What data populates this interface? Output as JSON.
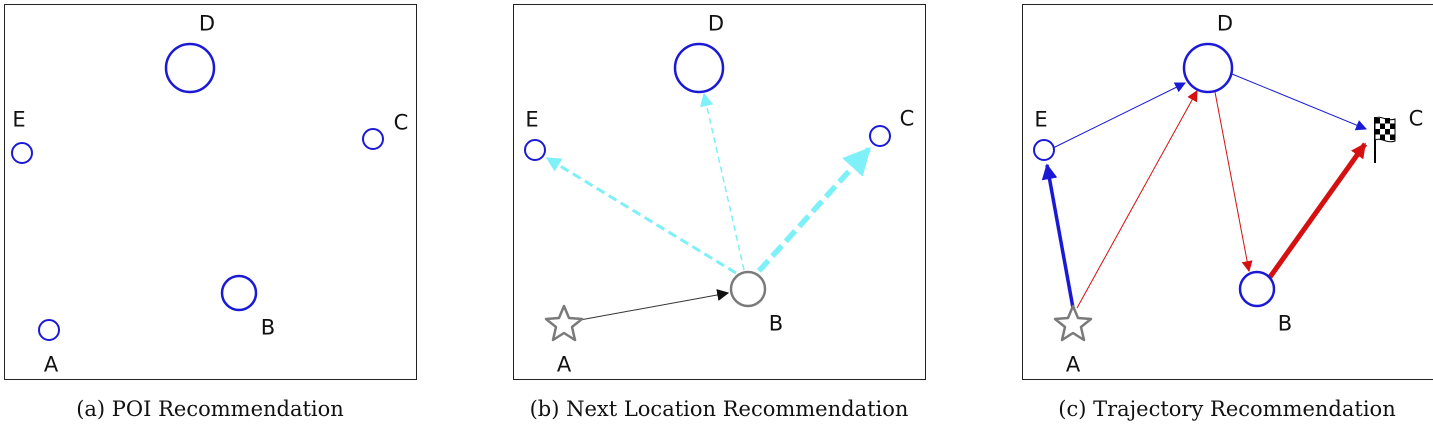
{
  "panels": [
    {
      "caption": "(a) POI Recommendation",
      "nodes": {
        "A": "A",
        "B": "B",
        "C": "C",
        "D": "D",
        "E": "E"
      }
    },
    {
      "caption": "(b) Next Location Recommendation",
      "nodes": {
        "A": "A",
        "B": "B",
        "C": "C",
        "D": "D",
        "E": "E"
      }
    },
    {
      "caption": "(c) Trajectory Recommendation",
      "nodes": {
        "A": "A",
        "B": "B",
        "C": "C",
        "D": "D",
        "E": "E"
      }
    }
  ],
  "colors": {
    "poi": "#1a1ad6",
    "current": "#7a7a7a",
    "visited_path": "#333333",
    "candidate": "#7df0f8",
    "trajectory_blue": "#1a1ad6",
    "trajectory_red": "#d41010"
  },
  "icons": {
    "start": "star-icon",
    "destination": "checkered-flag-icon"
  }
}
